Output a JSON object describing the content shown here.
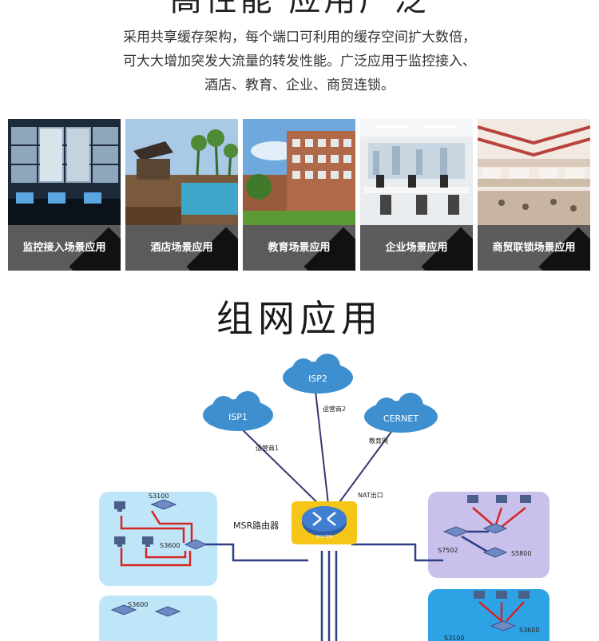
{
  "header": {
    "title": "高性能 应用广泛",
    "description_lines": [
      "采用共享缓存架构，每个端口可利用的缓存空间扩大数倍，",
      "可大大增加突发大流量的转发性能。广泛应用于监控接入、",
      "酒店、教育、企业、商贸连锁。"
    ]
  },
  "scenes": [
    {
      "label": "监控接入场景应用",
      "icon": "monitor-wall"
    },
    {
      "label": "酒店场景应用",
      "icon": "hotel-pool"
    },
    {
      "label": "教育场景应用",
      "icon": "school-building"
    },
    {
      "label": "企业场景应用",
      "icon": "office"
    },
    {
      "label": "商贸联锁场景应用",
      "icon": "shopping-mall"
    }
  ],
  "network": {
    "title": "组网应用",
    "clouds": {
      "isp1": "ISP1",
      "isp2": "ISP2",
      "cernet": "CERNET"
    },
    "links": {
      "isp1": "运营商1",
      "isp2": "运营商2",
      "cernet": "教育网"
    },
    "nat_label": "NAT出口",
    "router_label": "MSR路由器",
    "router_badge": "ROUTER",
    "switches": {
      "left_top": "S3100",
      "left_mid": "S3600",
      "left_bottom": "S3600",
      "right_core": "S7502",
      "right_access": "S5800",
      "right_bottom_a": "S3100",
      "right_bottom_b": "S3600"
    },
    "colors": {
      "cloud": "#3d8fd0",
      "link": "#3a3570",
      "red_link": "#d42525",
      "left_zone": "#bfe6f8",
      "right_zone": "#c9c0ec",
      "router_bg": "#f5c518"
    }
  }
}
